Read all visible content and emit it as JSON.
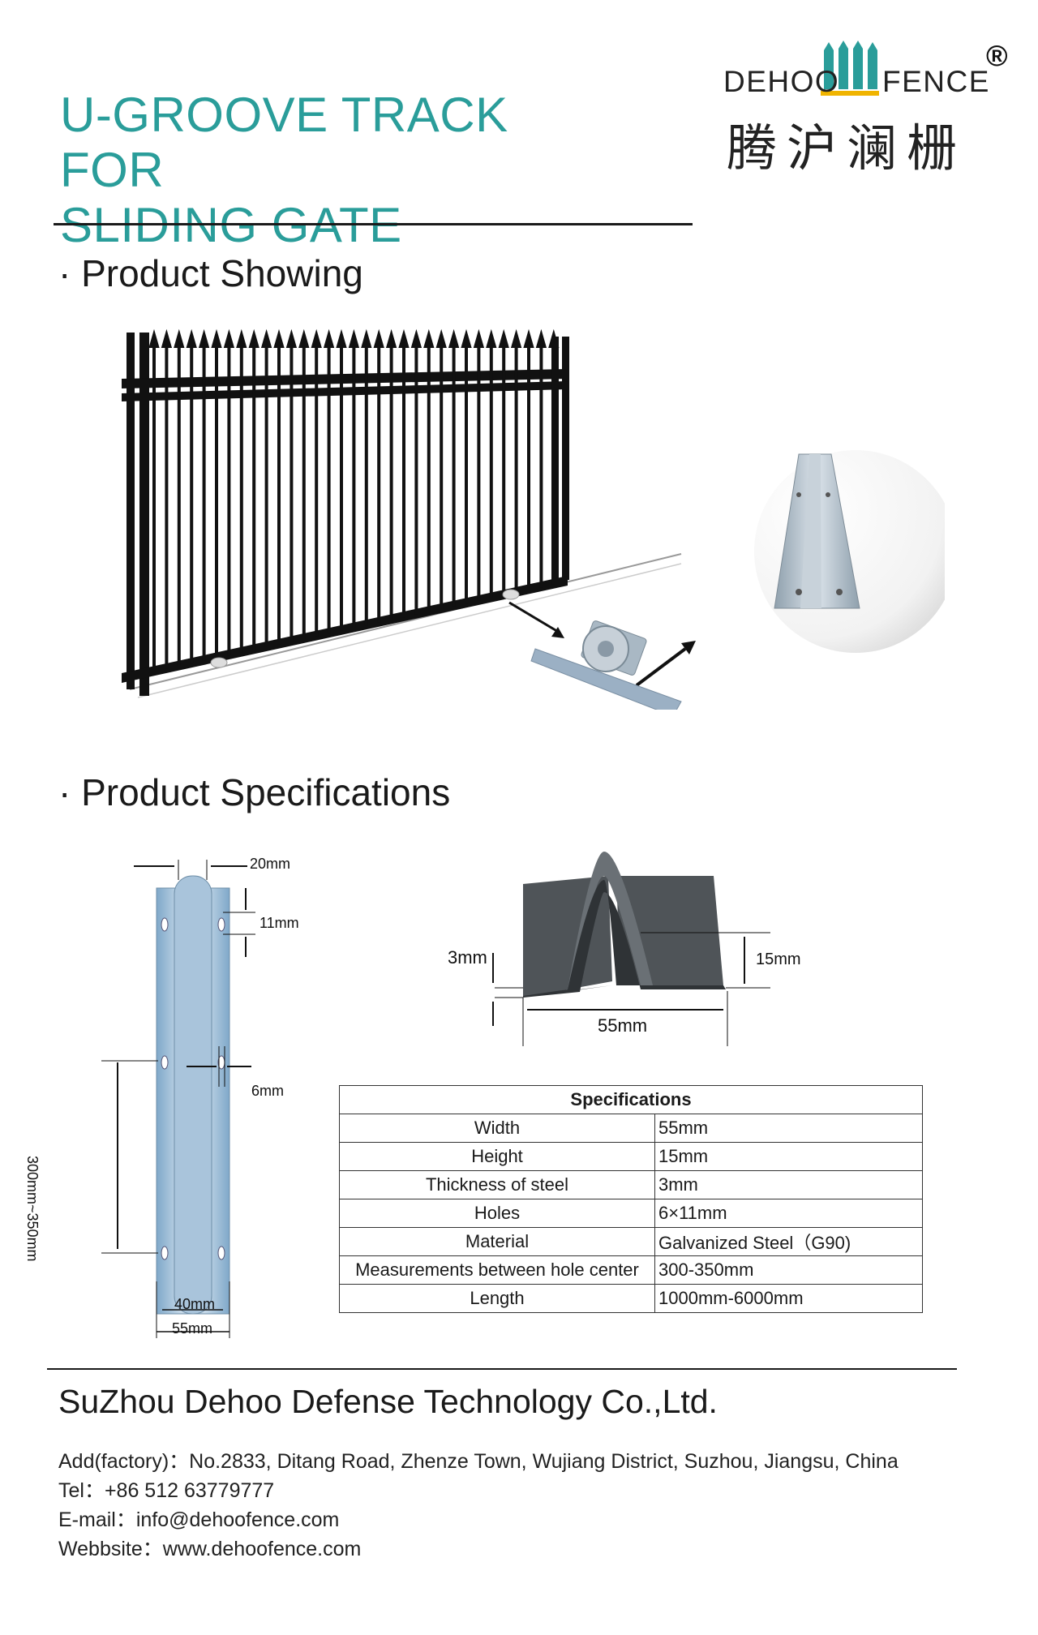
{
  "header": {
    "title_line1": "U-GROOVE TRACK FOR",
    "title_line2": "SLIDING GATE"
  },
  "logo": {
    "left_text": "DEHOO",
    "right_text": "FENCE",
    "registered": "®",
    "chinese": "腾沪澜栅",
    "brand_color": "#2a9d9a",
    "accent_color": "#f0b400"
  },
  "sections": {
    "showing": "· Product Showing",
    "specifications": "· Product Specifications"
  },
  "dimensions": {
    "top_width": "20mm",
    "hole_size": "11mm",
    "hole_width": "6mm",
    "hole_spacing": "300mm~350mm",
    "inner_width": "40mm",
    "outer_width": "55mm",
    "thickness": "3mm",
    "height": "15mm",
    "profile_width": "55mm"
  },
  "spec_table": {
    "title": "Specifications",
    "rows": [
      {
        "label": "Width",
        "value": "55mm"
      },
      {
        "label": "Height",
        "value": "15mm"
      },
      {
        "label": "Thickness of steel",
        "value": "3mm"
      },
      {
        "label": "Holes",
        "value": "6×11mm"
      },
      {
        "label": "Material",
        "value": "Galvanized Steel（G90)"
      },
      {
        "label": "Measurements between hole center",
        "value": "300-350mm"
      },
      {
        "label": "Length",
        "value": "1000mm-6000mm"
      }
    ]
  },
  "footer": {
    "company": "SuZhou Dehoo Defense Technology Co.,Ltd.",
    "address": "Add(factory)：No.2833, Ditang Road, Zhenze Town, Wujiang District, Suzhou, Jiangsu, China",
    "tel": "Tel：+86 512 63779777",
    "email": "E-mail：info@dehoofence.com",
    "website": "Webbsite：www.dehoofence.com"
  }
}
